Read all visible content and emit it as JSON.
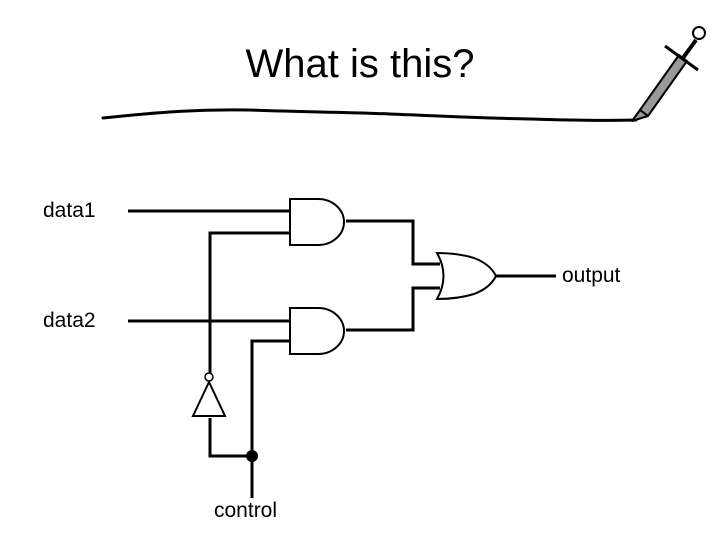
{
  "slide": {
    "title": "What is this?",
    "labels": {
      "data1": "data1",
      "data2": "data2",
      "output": "output",
      "control": "control"
    }
  },
  "colors": {
    "line": "#000000",
    "gate_fill": "#ffffff",
    "sword_fill": "#999999"
  }
}
